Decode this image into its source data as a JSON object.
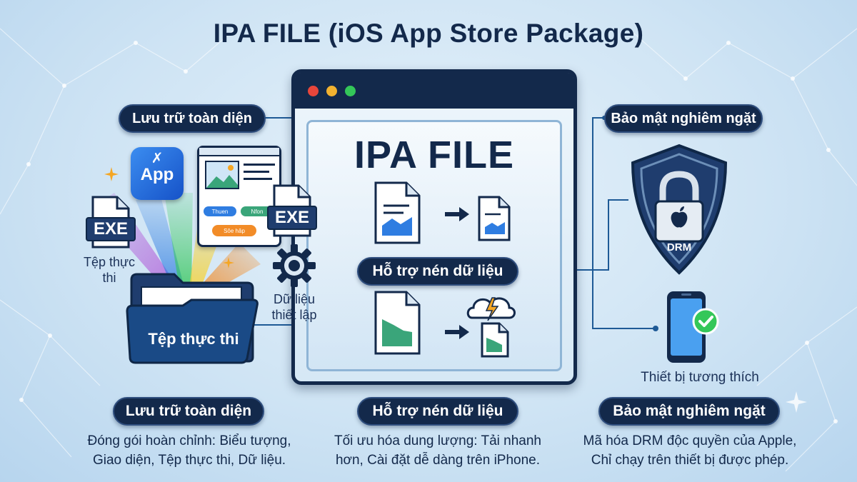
{
  "title": "IPA FILE (iOS App Store Package)",
  "window": {
    "heading": "IPA FILE",
    "dot_colors": [
      "#e8463b",
      "#f2b230",
      "#34c759"
    ],
    "center_label": "Hỗ trợ nén dữ liệu"
  },
  "left": {
    "pill": "Lưu trữ toàn diện",
    "app_icon_text": "App",
    "exe_text": "EXE",
    "exe_right_text": "EXE",
    "exe_caption": "Tệp thực\nthi",
    "folder_label": "Tệp thực thi",
    "gear_caption": "Dữ liệu\nthiết lập",
    "ui_chip_1": "Thuen",
    "ui_chip_2": "Nfon",
    "ui_chip_3": "Sôe hâp"
  },
  "right": {
    "pill": "Bảo mật nghiêm ngặt",
    "shield_text": "DRM",
    "device_caption": "Thiết bị tương thích"
  },
  "bottom": [
    {
      "pill": "Lưu trữ toàn diện",
      "desc": "Đóng gói hoàn chỉnh: Biểu tượng,\nGiao diện, Tệp thực thi, Dữ liệu."
    },
    {
      "pill": "Hỗ trợ nén dữ liệu",
      "desc": "Tối ưu hóa dung lượng: Tải nhanh\nhơn, Cài đặt dễ dàng trên iPhone."
    },
    {
      "pill": "Bảo mật nghiêm ngặt",
      "desc": "Mã hóa DRM độc quyền của Apple,\nChỉ chạy trên thiết bị được phép."
    }
  ],
  "colors": {
    "navy": "#13294b",
    "accent_blue": "#2f7de1",
    "chart_green": "#3aa57a",
    "check_green": "#34c759",
    "bolt_orange": "#f5a623"
  }
}
